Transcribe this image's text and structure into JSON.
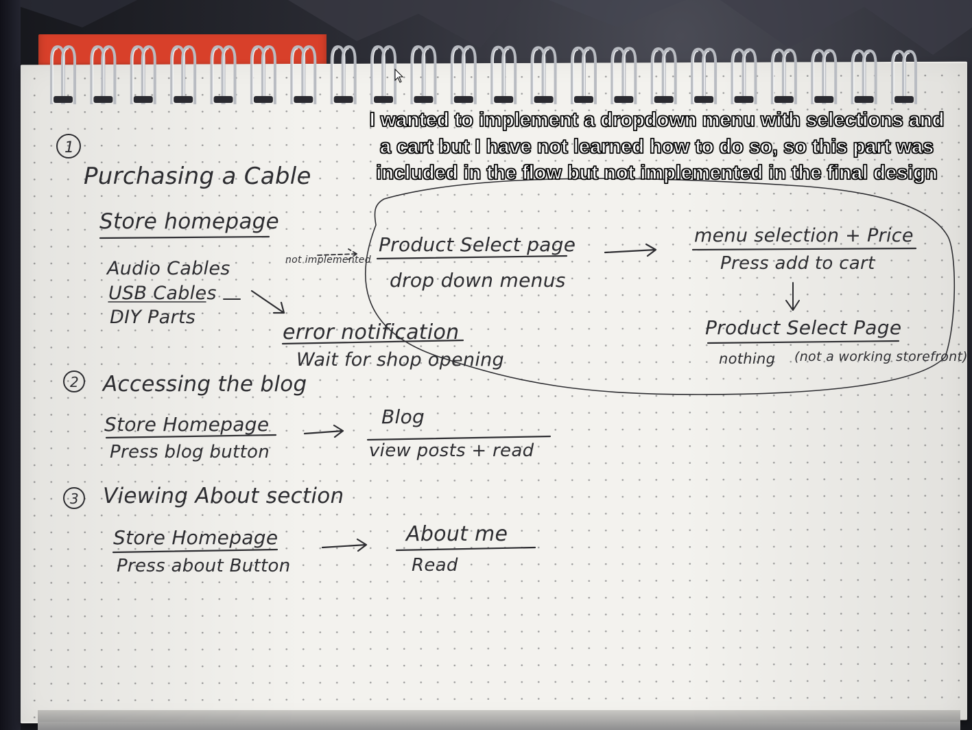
{
  "caption": {
    "text": "I wanted to implement a dropdown menu with selections and a cart but I have not learned how to do so, so this part was included in the flow but not implemented in the final design"
  },
  "flow1": {
    "number": "1",
    "title": "Purchasing a Cable",
    "page": "Store homepage",
    "items": [
      "Audio Cables",
      "USB Cables",
      "DIY Parts"
    ],
    "note": "not implemented",
    "error_title": "error notification",
    "error_action": "Wait for shop opening",
    "product_page": "Product Select page",
    "product_action": "drop down menus",
    "menu_selection": "menu selection + Price",
    "menu_action": "Press add to cart",
    "result_page": "Product Select Page",
    "result_action": "nothing",
    "result_note": "(not a working storefront)"
  },
  "flow2": {
    "number": "2",
    "title": "Accessing the blog",
    "page": "Store Homepage",
    "action": "Press blog button",
    "target": "Blog",
    "target_action": "view posts + read"
  },
  "flow3": {
    "number": "3",
    "title": "Viewing About section",
    "page": "Store Homepage",
    "action": "Press about Button",
    "target": "About me",
    "target_action": "Read"
  },
  "colors": {
    "ink": "#2c2c30",
    "paper": "#f3f2ee",
    "red_pad": "#d8402a",
    "caption_fill": "#ffffff",
    "caption_outline": "#000000"
  }
}
